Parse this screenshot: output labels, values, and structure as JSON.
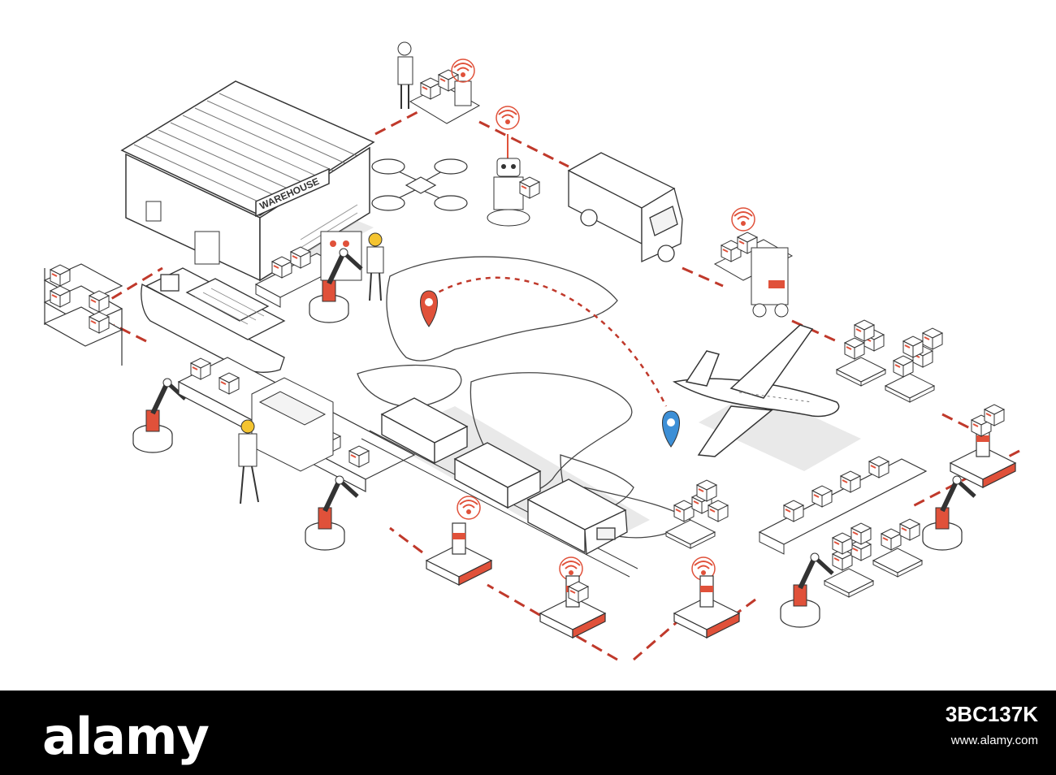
{
  "illustration": {
    "warehouse_sign": "WAREHOUSE"
  },
  "colors": {
    "route": "#c0392b",
    "accent_orange": "#e0513a",
    "pin_blue": "#3d8fd6",
    "line": "#333333",
    "shadow": "#e9e9e9"
  },
  "icons": [
    "warehouse-icon",
    "drone-icon",
    "robot-icon",
    "delivery-van-icon",
    "forklift-icon",
    "cargo-ship-icon",
    "airplane-icon",
    "freight-train-icon",
    "robotic-arm-icon",
    "map-pin-icon",
    "wifi-signal-icon",
    "world-map-icon",
    "pallet-boxes-icon",
    "shelving-rack-icon",
    "worker-icon",
    "agv-robot-icon"
  ],
  "footer": {
    "brand": "alamy",
    "image_id": "3BC137K",
    "url": "www.alamy.com"
  }
}
